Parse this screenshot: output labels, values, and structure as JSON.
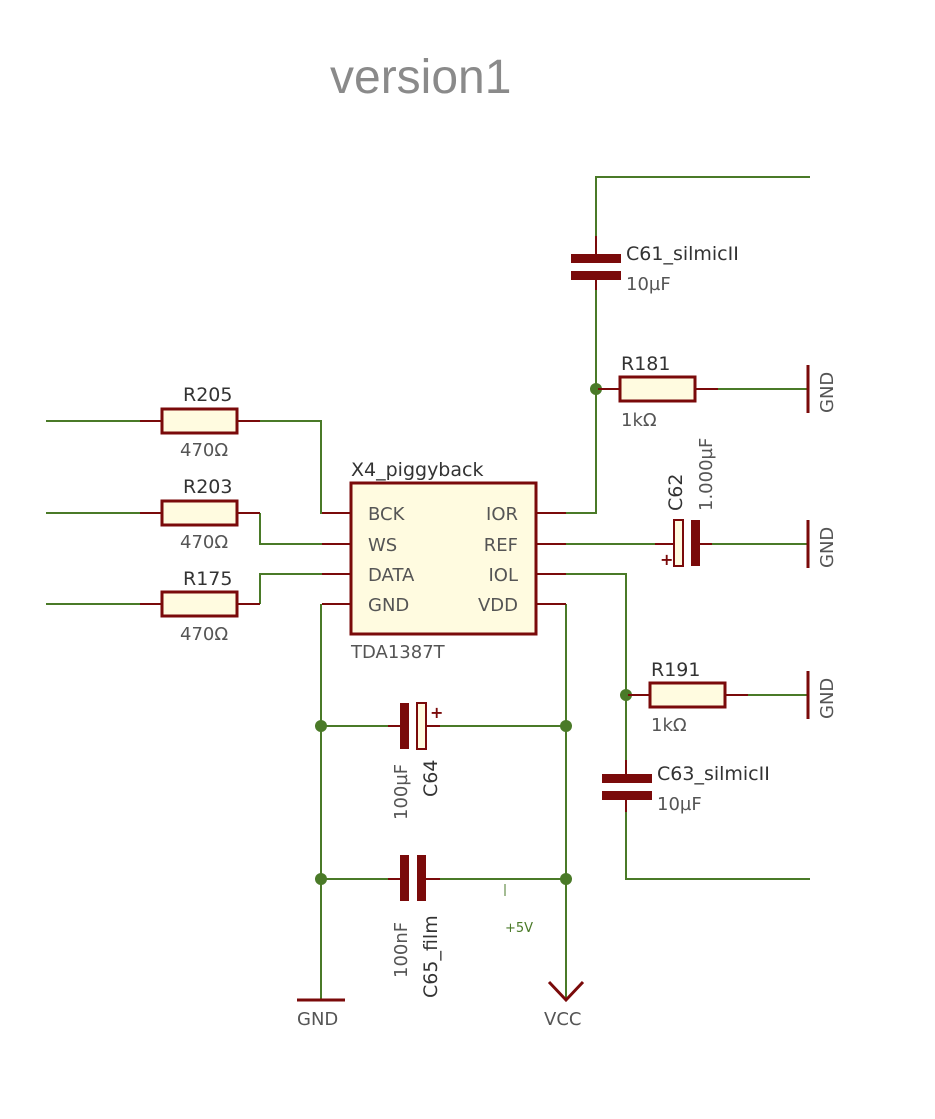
{
  "title": "version1",
  "ic": {
    "name": "X4_piggyback",
    "part": "TDA1387T",
    "pins_left": [
      "BCK",
      "WS",
      "DATA",
      "GND"
    ],
    "pins_right": [
      "IOR",
      "REF",
      "IOL",
      "VDD"
    ]
  },
  "components": {
    "r205": {
      "ref": "R205",
      "value": "470Ω"
    },
    "r203": {
      "ref": "R203",
      "value": "470Ω"
    },
    "r175": {
      "ref": "R175",
      "value": "470Ω"
    },
    "r181": {
      "ref": "R181",
      "value": "1kΩ"
    },
    "r191": {
      "ref": "R191",
      "value": "1kΩ"
    },
    "c61": {
      "ref": "C61_silmicII",
      "value": "10µF"
    },
    "c63": {
      "ref": "C63_silmicII",
      "value": "10µF"
    },
    "c62": {
      "ref": "C62",
      "value": "1.000µF"
    },
    "c64": {
      "ref": "C64",
      "value": "100µF"
    },
    "c65": {
      "ref": "C65_film",
      "value": "100nF"
    }
  },
  "power": {
    "gnd_label": "GND",
    "vcc_label": "VCC",
    "net_5v": "+5V",
    "polarity": "+"
  },
  "colors": {
    "wire": "#4a7a28",
    "component": "#7a0a0a",
    "body_fill": "#fffbe0",
    "text": "#555555",
    "title": "#8a8a8a"
  }
}
